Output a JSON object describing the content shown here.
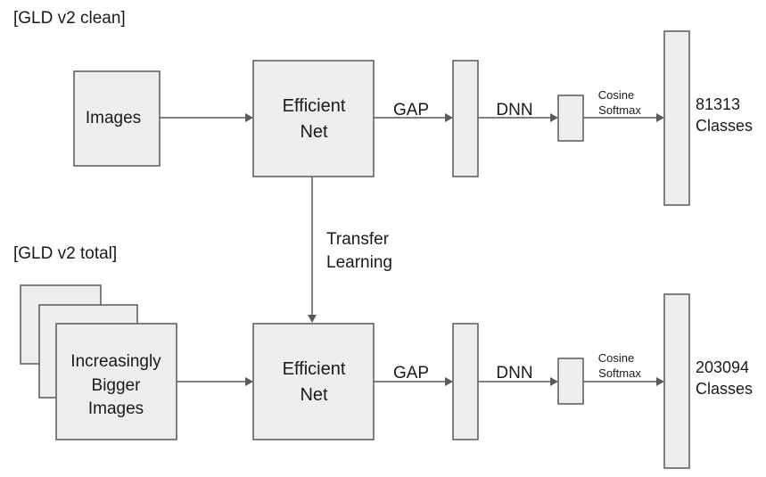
{
  "sections": {
    "top": "[GLD v2 clean]",
    "bottom": "[GLD v2 total]"
  },
  "top_row": {
    "input": "Images",
    "backbone": [
      "Efficient",
      "Net"
    ],
    "gap": "GAP",
    "dnn": "DNN",
    "head": [
      "Cosine",
      "Softmax"
    ],
    "output": [
      "81313",
      "Classes"
    ]
  },
  "transfer": [
    "Transfer",
    "Learning"
  ],
  "bottom_row": {
    "input": [
      "Increasingly",
      "Bigger",
      "Images"
    ],
    "backbone": [
      "Efficient",
      "Net"
    ],
    "gap": "GAP",
    "dnn": "DNN",
    "head": [
      "Cosine",
      "Softmax"
    ],
    "output": [
      "203094",
      "Classes"
    ]
  },
  "colors": {
    "box_fill": "#eeeeee",
    "stroke": "#595959"
  }
}
